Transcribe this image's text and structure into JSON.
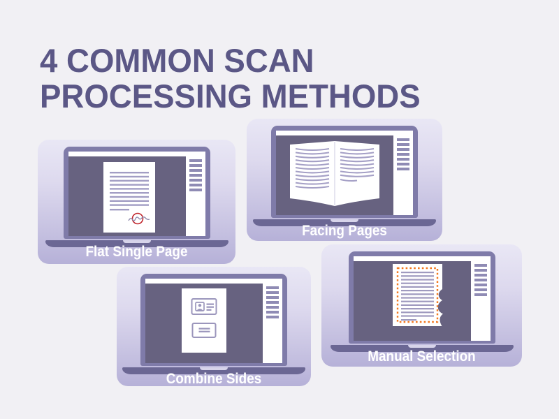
{
  "title": {
    "line1": "4 COMMON SCAN",
    "line2": "PROCESSING METHODS"
  },
  "cards": [
    {
      "id": "flat-single-page",
      "label": "Flat Single Page",
      "icon": "signed-document-icon"
    },
    {
      "id": "facing-pages",
      "label": "Facing Pages",
      "icon": "open-book-icon"
    },
    {
      "id": "combine-sides",
      "label": "Combine Sides",
      "icon": "id-card-front-back-icon"
    },
    {
      "id": "manual-selection",
      "label": "Manual Selection",
      "icon": "dotted-selection-document-icon"
    }
  ],
  "colors": {
    "page_background": "#f1f0f4",
    "title_text": "#5b5786",
    "card_gradient_top": "#e9e7f5",
    "card_gradient_bottom": "#b6b1d8",
    "laptop_bezel": "#7f7ba9",
    "laptop_base": "#6b6794",
    "screen_dark": "#676280",
    "sidebar_bars": "#8f8bb4",
    "document_lines": "#a29dc4",
    "label_text": "#ffffff",
    "signature_circle_red": "#c1272d",
    "selection_orange": "#f2771e",
    "id_card_outline": "#9b96bc"
  }
}
